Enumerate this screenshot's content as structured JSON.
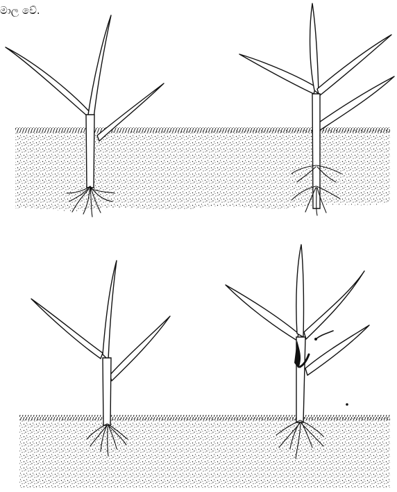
{
  "caption": "මාල වේ.",
  "panels": [
    {
      "name": "seedling-top-left"
    },
    {
      "name": "seedling-top-right"
    },
    {
      "name": "seedling-bottom-left"
    },
    {
      "name": "seedling-bottom-right"
    }
  ],
  "colors": {
    "ink": "#111111",
    "background": "#ffffff"
  }
}
